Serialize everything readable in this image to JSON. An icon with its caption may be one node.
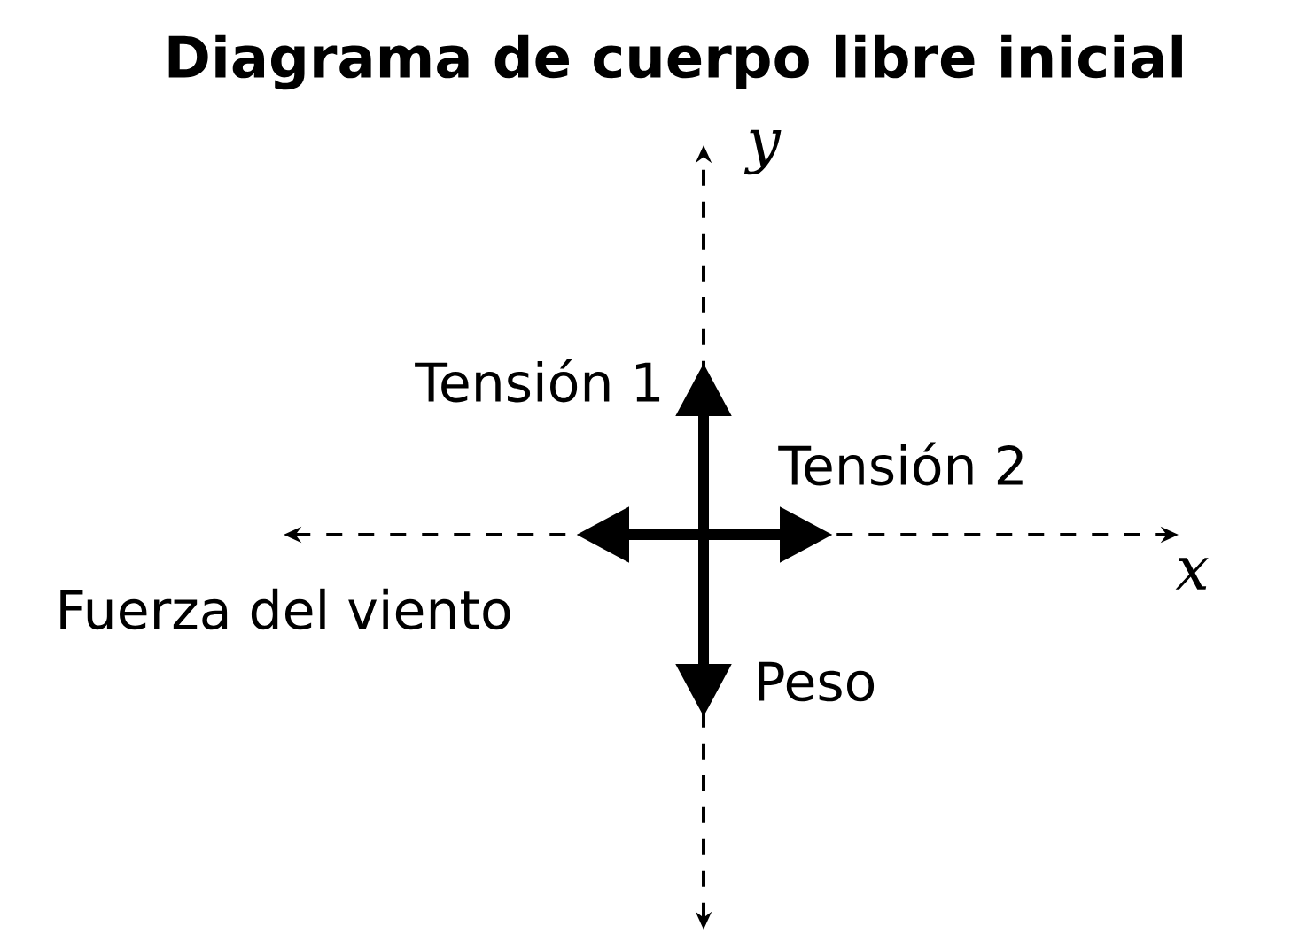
{
  "diagram": {
    "title": "Diagrama de cuerpo libre inicial",
    "labels": [
      "y",
      "Tensión 1",
      "Tensión 2",
      "x",
      "Fuerza del viento",
      "Peso"
    ]
  }
}
